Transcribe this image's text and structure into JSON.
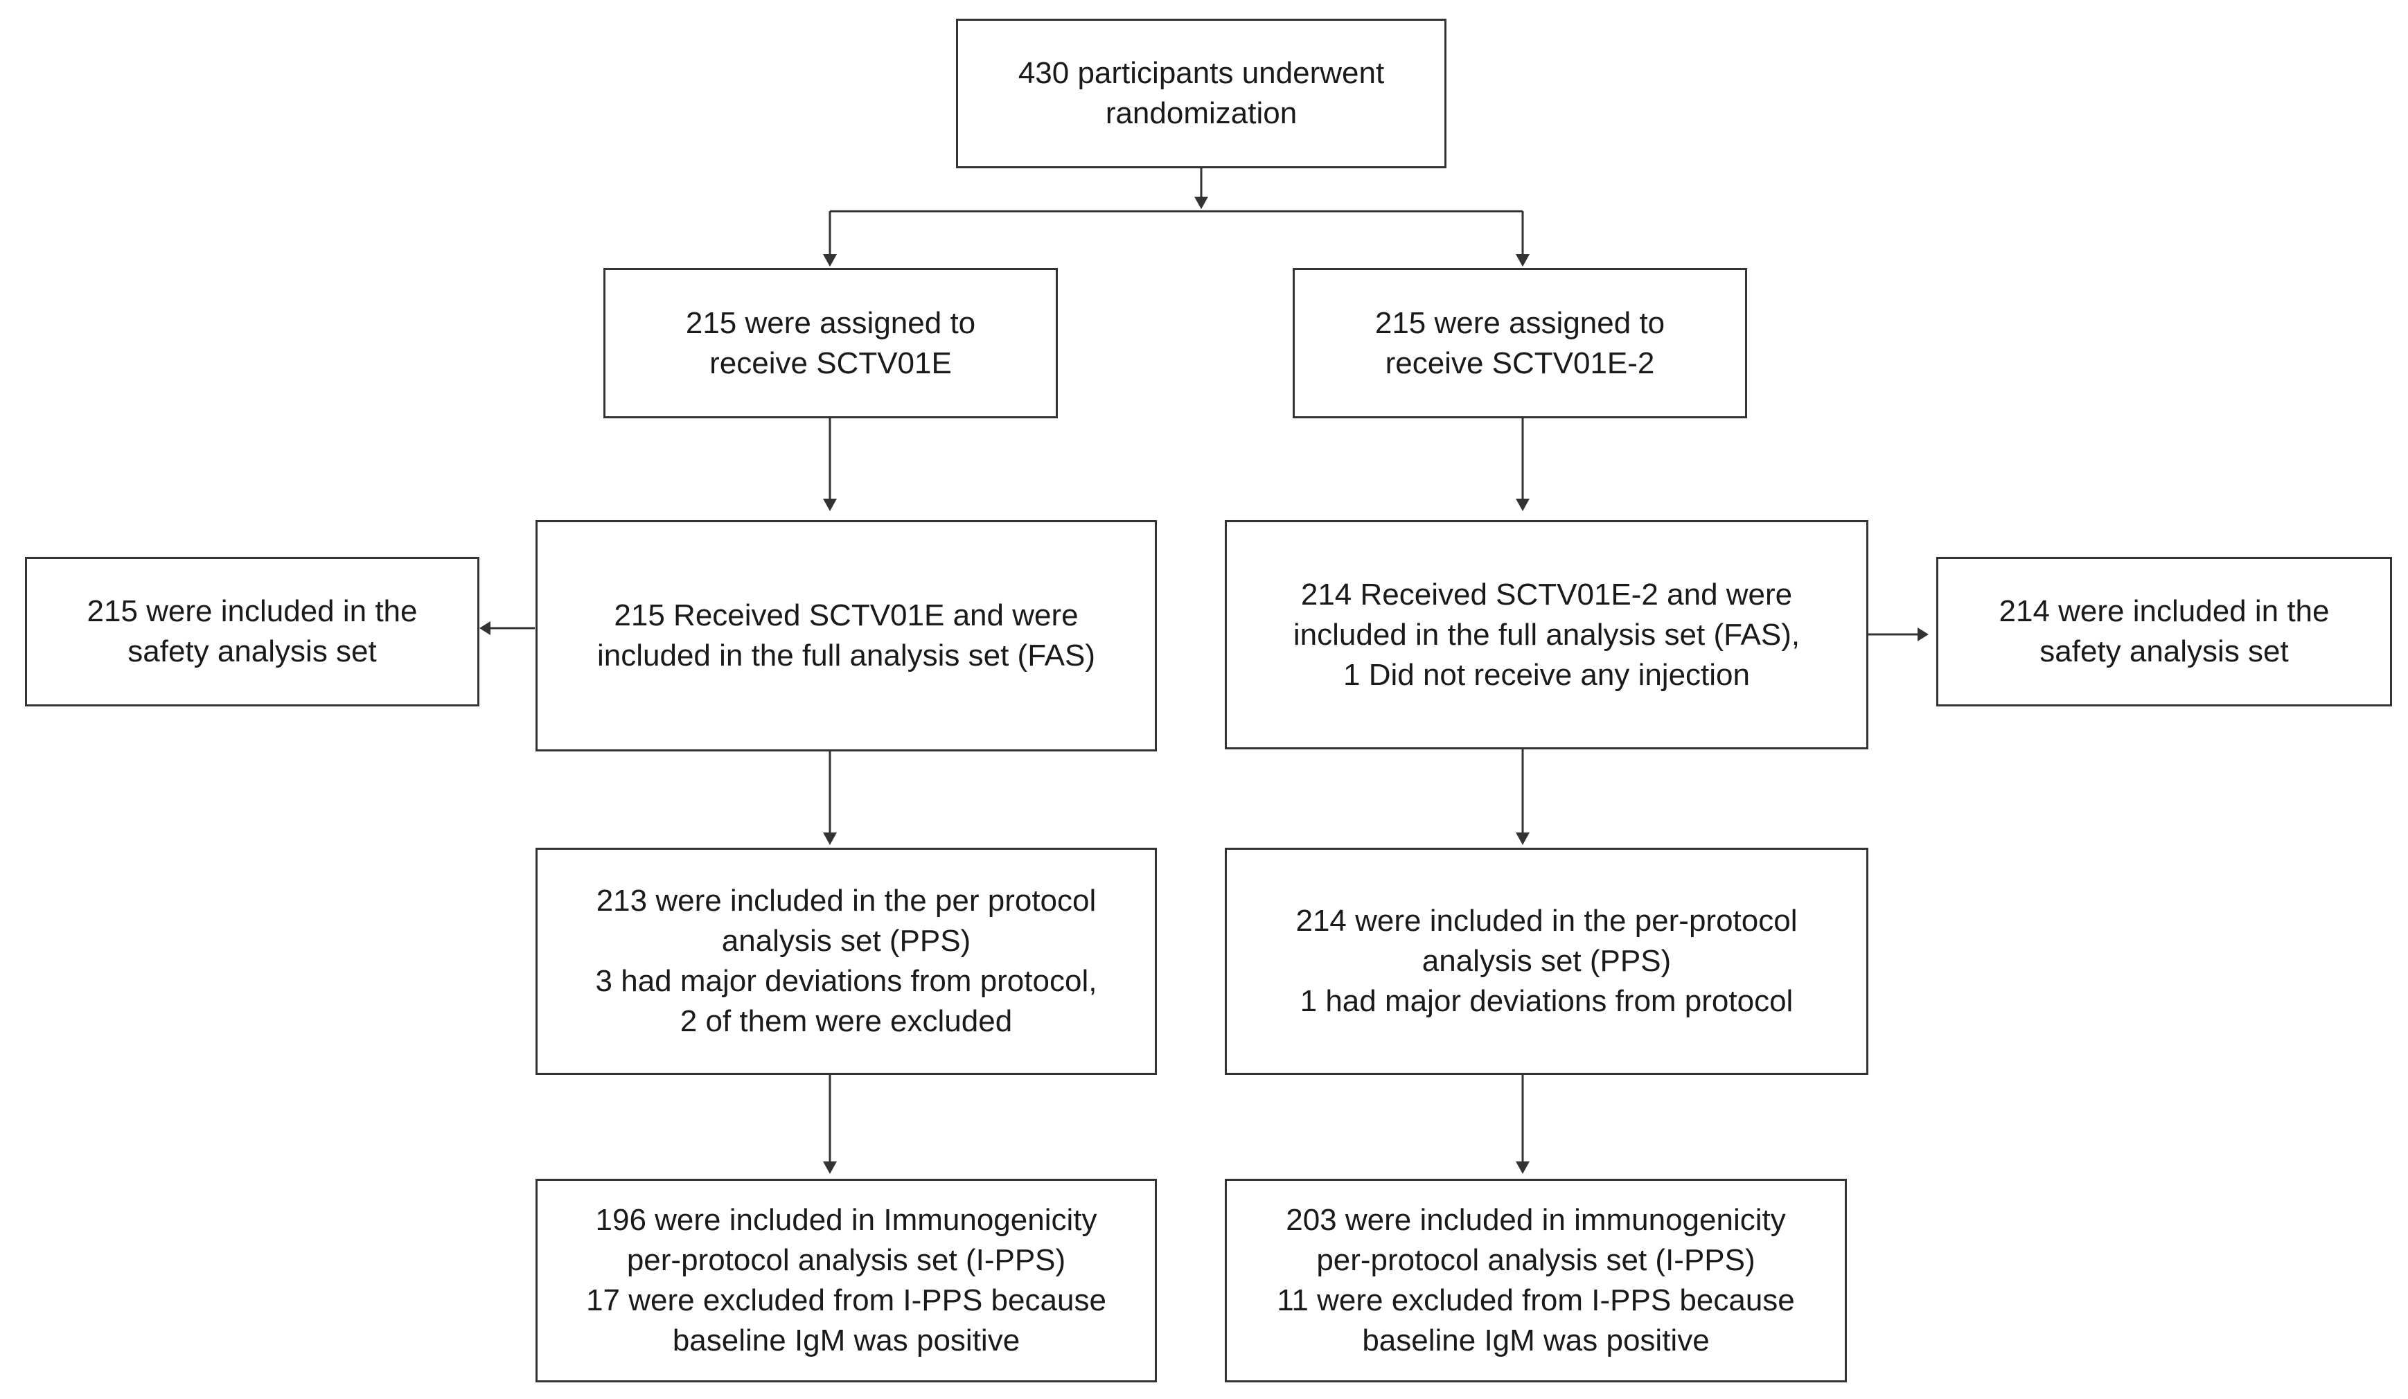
{
  "colors": {
    "border": "#333333",
    "text": "#1a1a1a",
    "background": "#ffffff"
  },
  "nodes": {
    "randomization": "430 participants underwent\nrandomization",
    "assigned_a": "215 were assigned to\nreceive SCTV01E",
    "assigned_b": "215 were assigned to\nreceive SCTV01E-2",
    "safety_a": "215 were included  in the\nsafety analysis set",
    "fas_a": "215 Received SCTV01E  and were\nincluded  in the full analysis set (FAS)",
    "fas_b": "214 Received SCTV01E-2 and were\nincluded  in the full analysis set (FAS),\n1 Did not receive any injection",
    "safety_b": "214 were included  in the\nsafety analysis set",
    "pps_a": "213 were included  in the per protocol\nanalysis set (PPS)\n3 had major deviations from protocol,\n2 of them were excluded",
    "pps_b": "214 were included  in the per-protocol\nanalysis set (PPS)\n1 had major deviations from protocol",
    "ipps_a": "196 were included  in Immunogenicity\nper-protocol analysis set (I-PPS)\n17 were excluded from I-PPS because\nbaseline IgM was positive",
    "ipps_b": "203 were included  in immunogenicity\nper-protocol analysis set (I-PPS)\n11 were excluded from I-PPS because\nbaseline IgM was positive"
  }
}
